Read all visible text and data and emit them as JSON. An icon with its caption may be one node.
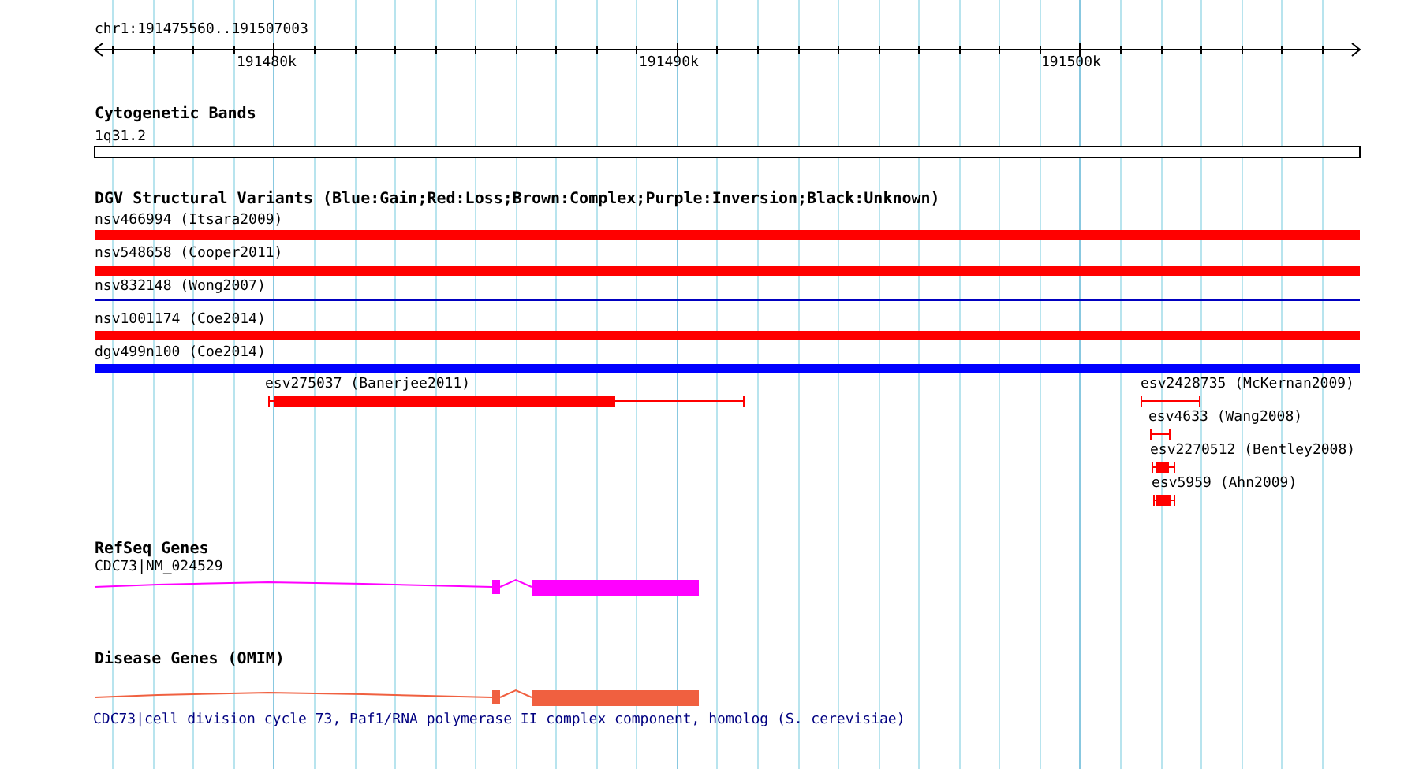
{
  "diagram": {
    "labels": [
      "chr1:191475560..191507003",
      "191480k",
      "191490k",
      "191500k",
      "Cytogenetic Bands",
      "1q31.2",
      "DGV Structural Variants (Blue:Gain;Red:Loss;Brown:Complex;Purple:Inversion;Black:Unknown)",
      "nsv466994 (Itsara2009)",
      "nsv548658 (Cooper2011)",
      "nsv832148 (Wong2007)",
      "nsv1001174 (Coe2014)",
      "dgv499n100 (Coe2014)",
      "esv275037 (Banerjee2011)",
      "esv2428735 (McKernan2009)",
      "esv4633 (Wang2008)",
      "esv2270512 (Bentley2008)",
      "esv5959 (Ahn2009)",
      "RefSeq Genes",
      "CDC73|NM_024529",
      "Disease Genes (OMIM)",
      "CDC73|cell division cycle 73, Paf1/RNA polymerase II complex component, homolog (S. cerevisiae)"
    ]
  }
}
